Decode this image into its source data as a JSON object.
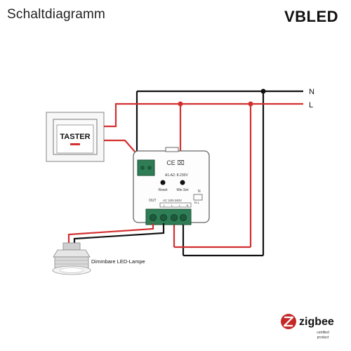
{
  "header": {
    "title": "Schaltdiagramm",
    "brand": "VBLED"
  },
  "wiring": {
    "neutral_label": "N",
    "live_label": "L",
    "neutral_color": "#111111",
    "live_color": "#d32f2f"
  },
  "switch": {
    "label": "TASTER"
  },
  "module": {
    "input_spec": "A1-A2: 8-230V",
    "reset_label": "Reset",
    "min_set_label": "Min.Set",
    "out_label": "OUT",
    "ac_spec": "AC 100-240V",
    "terminal_labels": [
      "L",
      "L",
      "L",
      "N"
    ],
    "n_label": "N",
    "n_l_label": "N  L",
    "accent_color": "#2e7d55"
  },
  "lamp": {
    "label": "Dimmbare LED-Lampe"
  },
  "certification": {
    "name": "zigbee",
    "line1": "certified",
    "line2": "product",
    "color": "#c62828"
  }
}
